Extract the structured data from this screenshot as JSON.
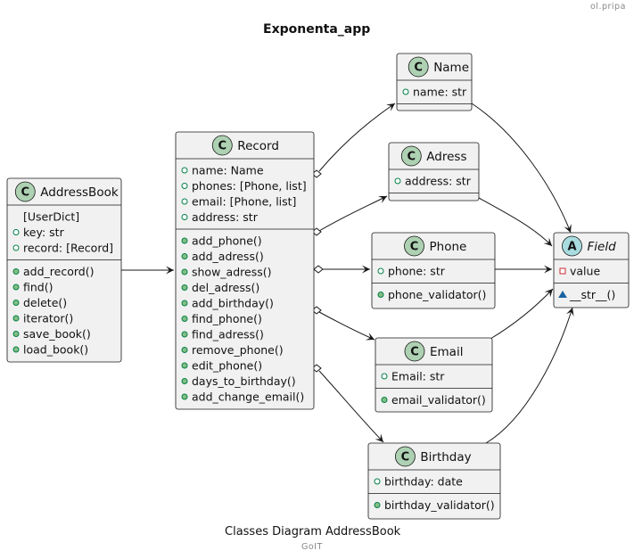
{
  "header_text": "ol.pripa",
  "title": "Exponenta_app",
  "caption": "Classes Diagram AddressBook",
  "footer_text": "GoIT",
  "classes": [
    {
      "id": "AddressBook",
      "name": "AddressBook",
      "stereotype": "C",
      "abstract": false,
      "attributes": [
        {
          "vis": "none",
          "text": "[UserDict]"
        },
        {
          "vis": "public",
          "text": "key: str"
        },
        {
          "vis": "public",
          "text": "record: [Record]"
        }
      ],
      "methods": [
        {
          "vis": "public",
          "text": "add_record()"
        },
        {
          "vis": "public",
          "text": "find()"
        },
        {
          "vis": "public",
          "text": "delete()"
        },
        {
          "vis": "public",
          "text": "iterator()"
        },
        {
          "vis": "public",
          "text": "save_book()"
        },
        {
          "vis": "public",
          "text": "load_book()"
        }
      ]
    },
    {
      "id": "Record",
      "name": "Record",
      "stereotype": "C",
      "abstract": false,
      "attributes": [
        {
          "vis": "public",
          "text": "name: Name"
        },
        {
          "vis": "public",
          "text": "phones: [Phone, list]"
        },
        {
          "vis": "public",
          "text": "email: [Phone, list]"
        },
        {
          "vis": "public",
          "text": "address: str"
        }
      ],
      "methods": [
        {
          "vis": "public",
          "text": "add_phone()"
        },
        {
          "vis": "public",
          "text": "add_adress()"
        },
        {
          "vis": "public",
          "text": "show_adress()"
        },
        {
          "vis": "public",
          "text": "del_adress()"
        },
        {
          "vis": "public",
          "text": "add_birthday()"
        },
        {
          "vis": "public",
          "text": "find_phone()"
        },
        {
          "vis": "public",
          "text": "find_adress()"
        },
        {
          "vis": "public",
          "text": "remove_phone()"
        },
        {
          "vis": "public",
          "text": "edit_phone()"
        },
        {
          "vis": "public",
          "text": "days_to_birthday()"
        },
        {
          "vis": "public",
          "text": "add_change_email()"
        }
      ]
    },
    {
      "id": "Name",
      "name": "Name",
      "stereotype": "C",
      "abstract": false,
      "attributes": [
        {
          "vis": "public",
          "text": "name: str"
        }
      ],
      "methods": []
    },
    {
      "id": "Adress",
      "name": "Adress",
      "stereotype": "C",
      "abstract": false,
      "attributes": [
        {
          "vis": "public",
          "text": "address: str"
        }
      ],
      "methods": []
    },
    {
      "id": "Phone",
      "name": "Phone",
      "stereotype": "C",
      "abstract": false,
      "attributes": [
        {
          "vis": "public",
          "text": "phone: str"
        }
      ],
      "methods": [
        {
          "vis": "public",
          "text": "phone_validator()"
        }
      ]
    },
    {
      "id": "Email",
      "name": "Email",
      "stereotype": "C",
      "abstract": false,
      "attributes": [
        {
          "vis": "public",
          "text": "Email: str"
        }
      ],
      "methods": [
        {
          "vis": "public",
          "text": "email_validator()"
        }
      ]
    },
    {
      "id": "Birthday",
      "name": "Birthday",
      "stereotype": "C",
      "abstract": false,
      "attributes": [
        {
          "vis": "public",
          "text": "birthday: date"
        }
      ],
      "methods": [
        {
          "vis": "public",
          "text": "birthday_validator()"
        }
      ]
    },
    {
      "id": "Field",
      "name": "Field",
      "stereotype": "A",
      "abstract": true,
      "attributes": [
        {
          "vis": "private",
          "text": "value"
        }
      ],
      "methods": [
        {
          "vis": "protected",
          "text": "__str__()"
        }
      ]
    }
  ],
  "relations": [
    {
      "from": "AddressBook",
      "to": "Record",
      "type": "association"
    },
    {
      "from": "Record",
      "to": "Name",
      "type": "aggregation"
    },
    {
      "from": "Record",
      "to": "Adress",
      "type": "aggregation"
    },
    {
      "from": "Record",
      "to": "Phone",
      "type": "aggregation"
    },
    {
      "from": "Record",
      "to": "Email",
      "type": "aggregation"
    },
    {
      "from": "Record",
      "to": "Birthday",
      "type": "aggregation"
    },
    {
      "from": "Name",
      "to": "Field",
      "type": "association"
    },
    {
      "from": "Adress",
      "to": "Field",
      "type": "association"
    },
    {
      "from": "Phone",
      "to": "Field",
      "type": "association"
    },
    {
      "from": "Email",
      "to": "Field",
      "type": "association"
    },
    {
      "from": "Birthday",
      "to": "Field",
      "type": "association"
    }
  ],
  "colors": {
    "class_badge": "#add1b2",
    "abstract_badge": "#a9dcdf",
    "box_fill": "#f1f1f1",
    "border": "#181818"
  }
}
